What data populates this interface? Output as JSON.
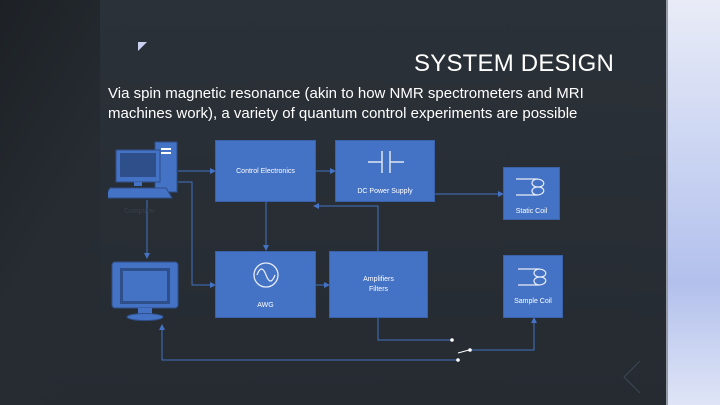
{
  "slide": {
    "title": "SYSTEM DESIGN",
    "subtitle": "Via spin magnetic resonance (akin to how NMR spectrometers and MRI machines work), a variety of quantum control experiments are possible"
  },
  "diagram": {
    "control_electronics": "Control Electronics",
    "dc_power_supply": "DC Power Supply",
    "static_coil": "Static Coil",
    "awg": "AWG",
    "amplifiers_line1": "Amplifiers",
    "amplifiers_line2": "Filters",
    "sample_coil": "Sample Coil",
    "computer_caption": "Computer"
  },
  "colors": {
    "box_fill": "#4472c4",
    "wire": "#4472c4",
    "background": "#2b3138",
    "text": "#ffffff"
  },
  "icons": [
    "computer-icon",
    "monitor-icon",
    "capacitor-icon",
    "sine-wave-icon",
    "coil-icon",
    "switch-icon"
  ]
}
